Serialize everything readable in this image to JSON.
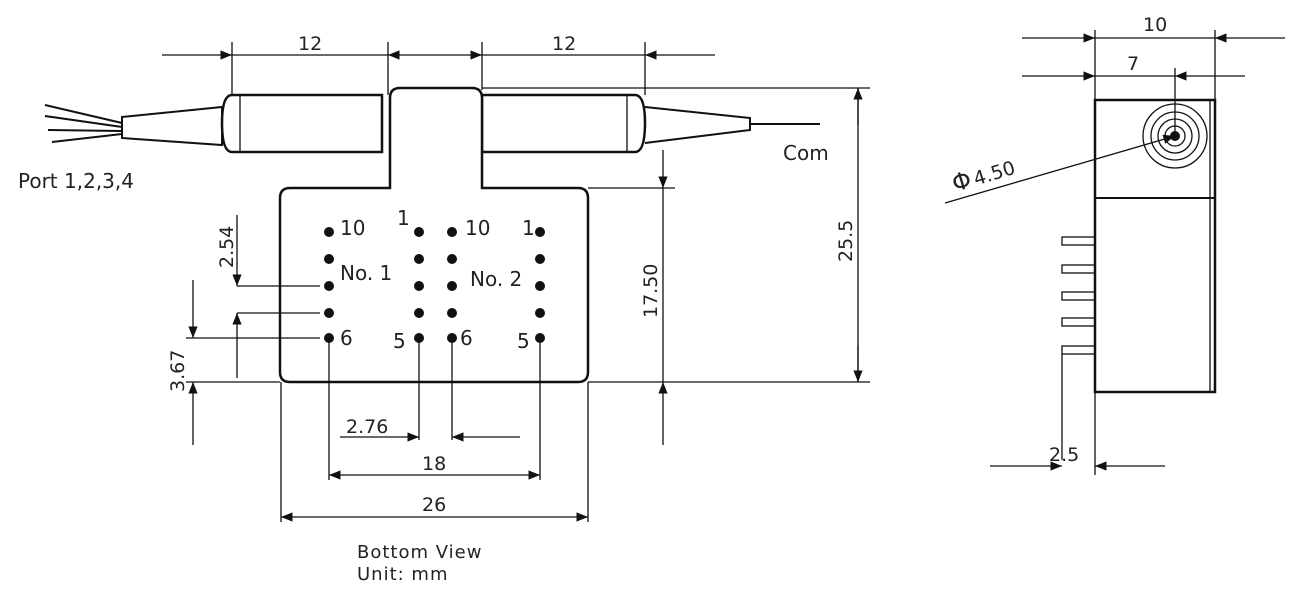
{
  "labels": {
    "port": "Port 1,2,3,4",
    "com": "Com",
    "no1": "No. 1",
    "no2": "No. 2",
    "pin10a": "10",
    "pin1a": "1",
    "pin10b": "10",
    "pin1b": "1",
    "pin6a": "6",
    "pin5a": "5",
    "pin6b": "6",
    "pin5b": "5",
    "bottom_view": "Bottom View",
    "unit": "Unit: mm"
  },
  "dimensions": {
    "top_left": "12",
    "top_right": "12",
    "height_total": "25.5",
    "height_body": "17.50",
    "pitch_vertical": "2.54",
    "pin_offset": "3.67",
    "pin_spacing": "2.76",
    "pin_row_span": "18",
    "body_width": "26",
    "side_width": "10",
    "side_inner": "7",
    "diameter": "4.50",
    "pin_length": "2.5"
  },
  "symbols": {
    "diameter": "Φ"
  }
}
